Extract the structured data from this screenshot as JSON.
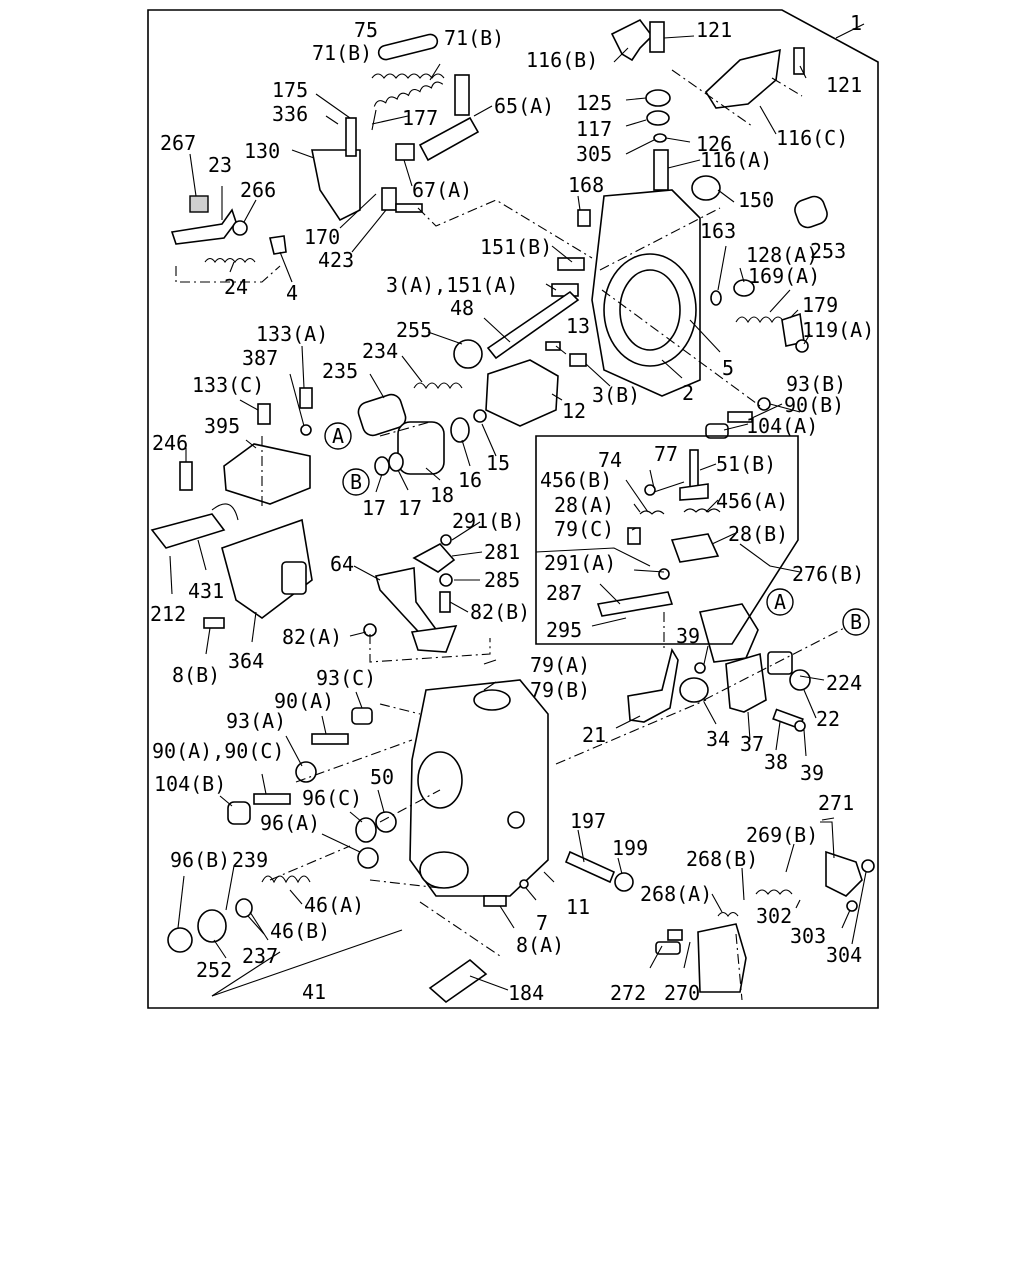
{
  "labels": {
    "l1": "1",
    "l2": "2",
    "l3a151a": "3(A),151(A)",
    "l3b": "3(B)",
    "l4": "4",
    "l5": "5",
    "l7": "7",
    "l8a": "8(A)",
    "l8b": "8(B)",
    "l11": "11",
    "l12": "12",
    "l13": "13",
    "l15": "15",
    "l16": "16",
    "l17a": "17",
    "l17b": "17",
    "l18": "18",
    "l21": "21",
    "l22": "22",
    "l23": "23",
    "l24": "24",
    "l28a": "28(A)",
    "l28b": "28(B)",
    "l34": "34",
    "l37": "37",
    "l38": "38",
    "l39a": "39",
    "l39b": "39",
    "l41": "41",
    "l46a": "46(A)",
    "l46b": "46(B)",
    "l48": "48",
    "l50": "50",
    "l51b": "51(B)",
    "l64": "64",
    "l65a": "65(A)",
    "l67a": "67(A)",
    "l71b1": "71(B)",
    "l71b2": "71(B)",
    "l74": "74",
    "l75": "75",
    "l77": "77",
    "l79a": "79(A)",
    "l79b": "79(B)",
    "l79c": "79(C)",
    "l82a": "82(A)",
    "l82b": "82(B)",
    "l90a": "90(A)",
    "l90a90c": "90(A),90(C)",
    "l90b": "90(B)",
    "l93a": "93(A)",
    "l93b": "93(B)",
    "l93c": "93(C)",
    "l96a": "96(A)",
    "l96b": "96(B)",
    "l96c": "96(C)",
    "l104a": "104(A)",
    "l104b": "104(B)",
    "l116a": "116(A)",
    "l116b": "116(B)",
    "l116c": "116(C)",
    "l117": "117",
    "l119a": "119(A)",
    "l121a": "121",
    "l121b": "121",
    "l125": "125",
    "l126": "126",
    "l128a": "128(A)",
    "l130": "130",
    "l133a": "133(A)",
    "l133c": "133(C)",
    "l150": "150",
    "l151b": "151(B)",
    "l163": "163",
    "l168": "168",
    "l169a": "169(A)",
    "l170": "170",
    "l175": "175",
    "l177": "177",
    "l179": "179",
    "l184": "184",
    "l197": "197",
    "l199": "199",
    "l212": "212",
    "l224": "224",
    "l234": "234",
    "l235": "235",
    "l237": "237",
    "l239": "239",
    "l246": "246",
    "l252": "252",
    "l253": "253",
    "l255": "255",
    "l266": "266",
    "l267": "267",
    "l268a": "268(A)",
    "l268b": "268(B)",
    "l269b": "269(B)",
    "l270": "270",
    "l271": "271",
    "l272": "272",
    "l276b": "276(B)",
    "l281": "281",
    "l285": "285",
    "l287": "287",
    "l291a": "291(A)",
    "l291b": "291(B)",
    "l295": "295",
    "l302": "302",
    "l303": "303",
    "l304": "304",
    "l305": "305",
    "l336": "336",
    "l364": "364",
    "l387": "387",
    "l395": "395",
    "l423": "423",
    "l431": "431",
    "l456a": "456(A)",
    "l456b": "456(B)"
  },
  "refs": {
    "a1": "A",
    "b1": "B",
    "a2": "A",
    "b2": "B"
  }
}
